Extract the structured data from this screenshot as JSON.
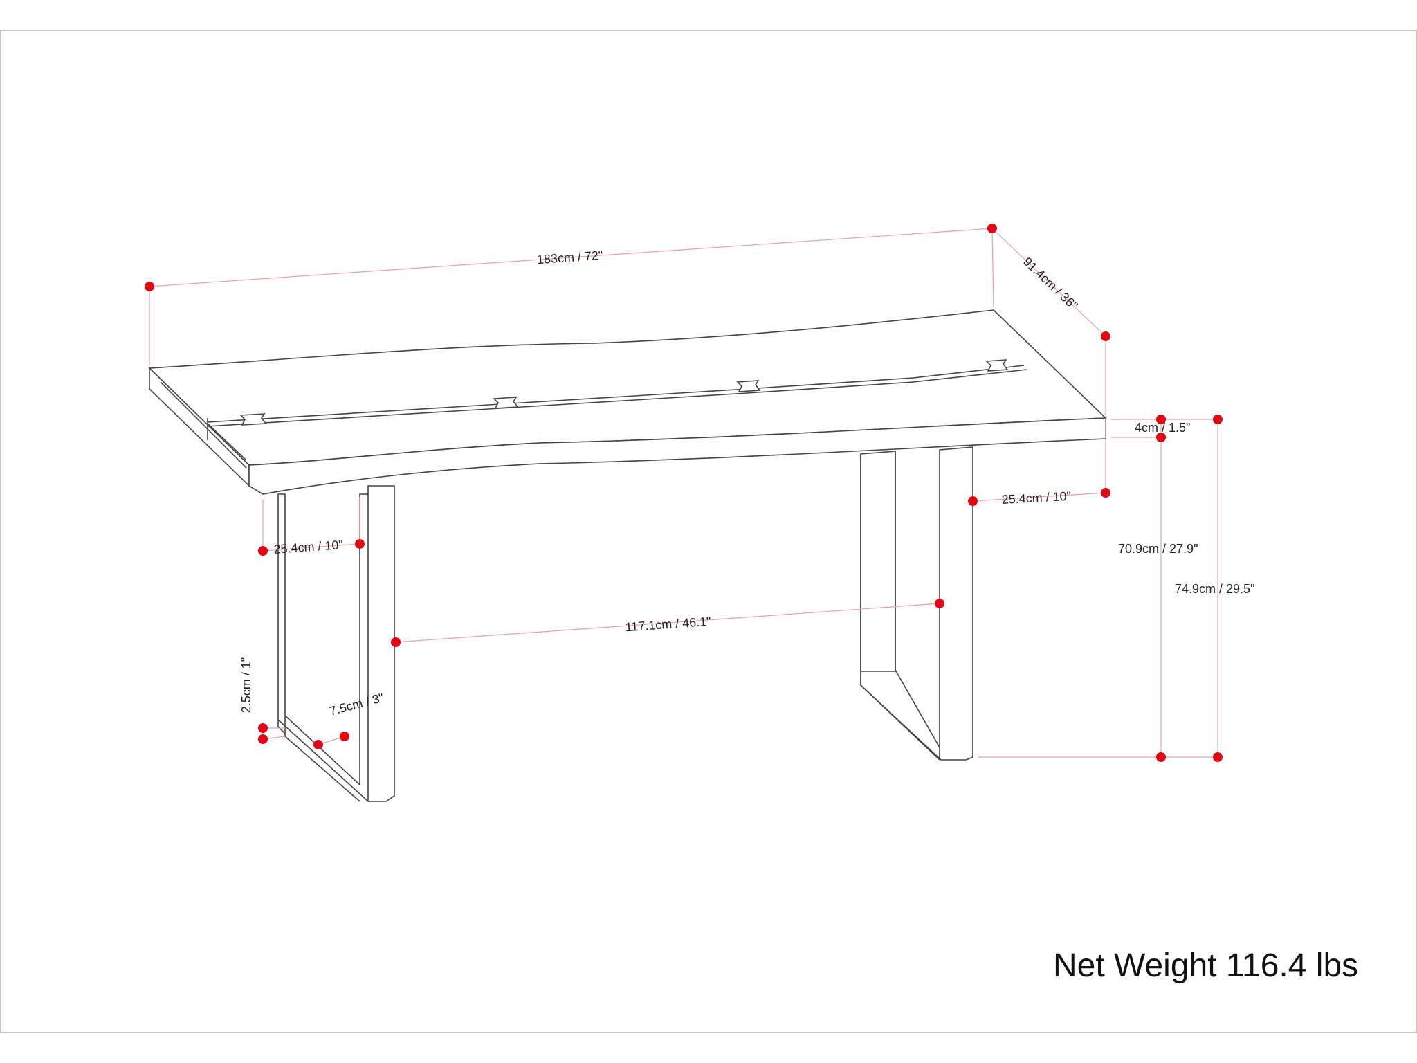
{
  "dimensions": {
    "length": "183cm / 72\"",
    "depth": "91.4cm / 36\"",
    "top_thickness": "4cm / 1.5\"",
    "overhang_right": "25.4cm / 10\"",
    "overhang_left": "25.4cm / 10\"",
    "leg_spacing": "117.1cm / 46.1\"",
    "leg_height": "70.9cm / 27.9\"",
    "total_height": "74.9cm / 29.5\"",
    "leg_frame_thickness": "2.5cm / 1\"",
    "leg_frame_width": "7.5cm / 3\""
  },
  "net_weight": "Net Weight 116.4 lbs",
  "colors": {
    "marker": "#e30613",
    "dimension_line": "#e8a0a8",
    "outline": "#444444",
    "border": "#c8c8c8"
  }
}
